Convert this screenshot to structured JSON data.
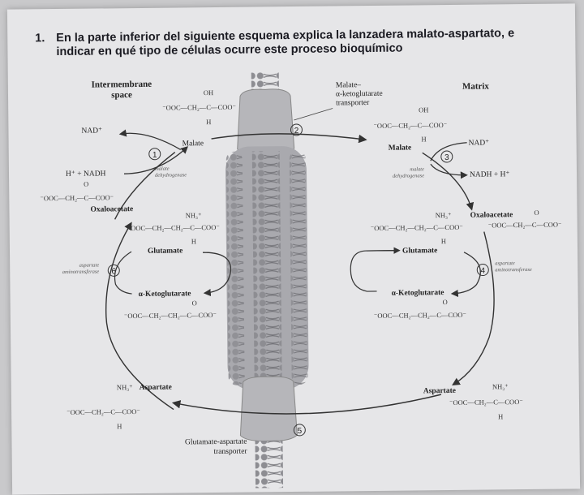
{
  "question": {
    "number": "1.",
    "line1": "En la parte inferior del siguiente esquema explica la lanzadera malato-aspartato, e",
    "line2": "indicar en qué tipo de células ocurre este proceso bioquímico"
  },
  "regions": {
    "intermembrane": [
      "Intermembrane",
      "space"
    ],
    "matrix": "Matrix"
  },
  "transporters": {
    "malate_akg": [
      "Malate–",
      "α-ketoglutarate",
      "transporter"
    ],
    "glu_asp": [
      "Glutamate-aspartate",
      "transporter"
    ]
  },
  "steps": [
    "1",
    "2",
    "3",
    "4",
    "5",
    "6"
  ],
  "left": {
    "nad_plus": "NAD⁺",
    "h_nadh": "H⁺ + NADH",
    "malate": "Malate",
    "mdh": [
      "malate",
      "dehydrogenase"
    ],
    "oxaloacetate": "Oxaloacetate",
    "glutamate": "Glutamate",
    "akg": "α-Ketoglutarate",
    "aspartate": "Aspartate",
    "ast": [
      "aspartate",
      "aminotransferase"
    ]
  },
  "right": {
    "malate": "Malate",
    "nad_plus": "NAD⁺",
    "nadh_h": "NADH + H⁺",
    "mdh": [
      "malate",
      "dehydrogenase"
    ],
    "oxaloacetate": "Oxaloacetate",
    "glutamate": "Glutamate",
    "akg": "α-Ketoglutarate",
    "aspartate": "Aspartate",
    "ast": [
      "aspartate",
      "aminotransferase"
    ]
  },
  "formulas": {
    "malate": {
      "top": "OH",
      "main": "⁻OOC—CH₂—C—COO⁻",
      "bottom": "H"
    },
    "oxaloacetate": {
      "top": "O",
      "main": "⁻OOC—CH₂—C—COO⁻"
    },
    "glutamate": {
      "top": "NH₃⁺",
      "main": "⁻OOC—CH₂—CH₂—C—COO⁻",
      "bottom": "H"
    },
    "akg": {
      "top": "O",
      "main": "⁻OOC—CH₂—CH₂—C—COO⁻"
    },
    "aspartate": {
      "top": "NH₃⁺",
      "main": "⁻OOC—CH₂—C—COO⁻",
      "bottom": "H"
    }
  },
  "colors": {
    "ink": "#222222",
    "paper": "#e6e6e8",
    "membrane": "#9a9a9e",
    "channel": "#b9b9bd"
  }
}
